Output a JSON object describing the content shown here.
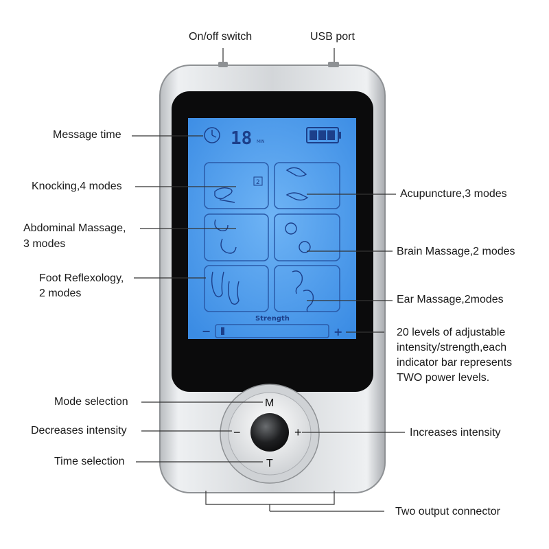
{
  "labels": {
    "on_off_switch": "On/off switch",
    "usb_port": "USB port",
    "message_time": "Message time",
    "knocking": "Knocking,4 modes",
    "abdominal_line1": "Abdominal Massage,",
    "abdominal_line2": "3 modes",
    "foot_line1": "Foot Reflexology,",
    "foot_line2": "2 modes",
    "acupuncture": "Acupuncture,3 modes",
    "brain": "Brain Massage,2 modes",
    "ear": "Ear Massage,2modes",
    "levels_line1": "20 levels of adjustable",
    "levels_line2": "intensity/strength,each",
    "levels_line3": "indicator bar represents",
    "levels_line4": "TWO power levels.",
    "mode_selection": "Mode selection",
    "decreases": "Decreases intensity",
    "increases": "Increases intensity",
    "time_selection": "Time selection",
    "output": "Two output connector"
  },
  "lcd": {
    "time_value": "18",
    "time_unit": "MIN",
    "mode_badge": "2",
    "strength_label": "Strength",
    "minus": "−",
    "plus": "+",
    "strength_level_bars": 1
  },
  "buttons": {
    "mode": "M",
    "minus": "−",
    "plus": "+",
    "time": "T"
  },
  "colors": {
    "lcd_blue": "#4d9cec",
    "lcd_ink": "#1c3f8a",
    "body_silver": "#c9cccf"
  }
}
